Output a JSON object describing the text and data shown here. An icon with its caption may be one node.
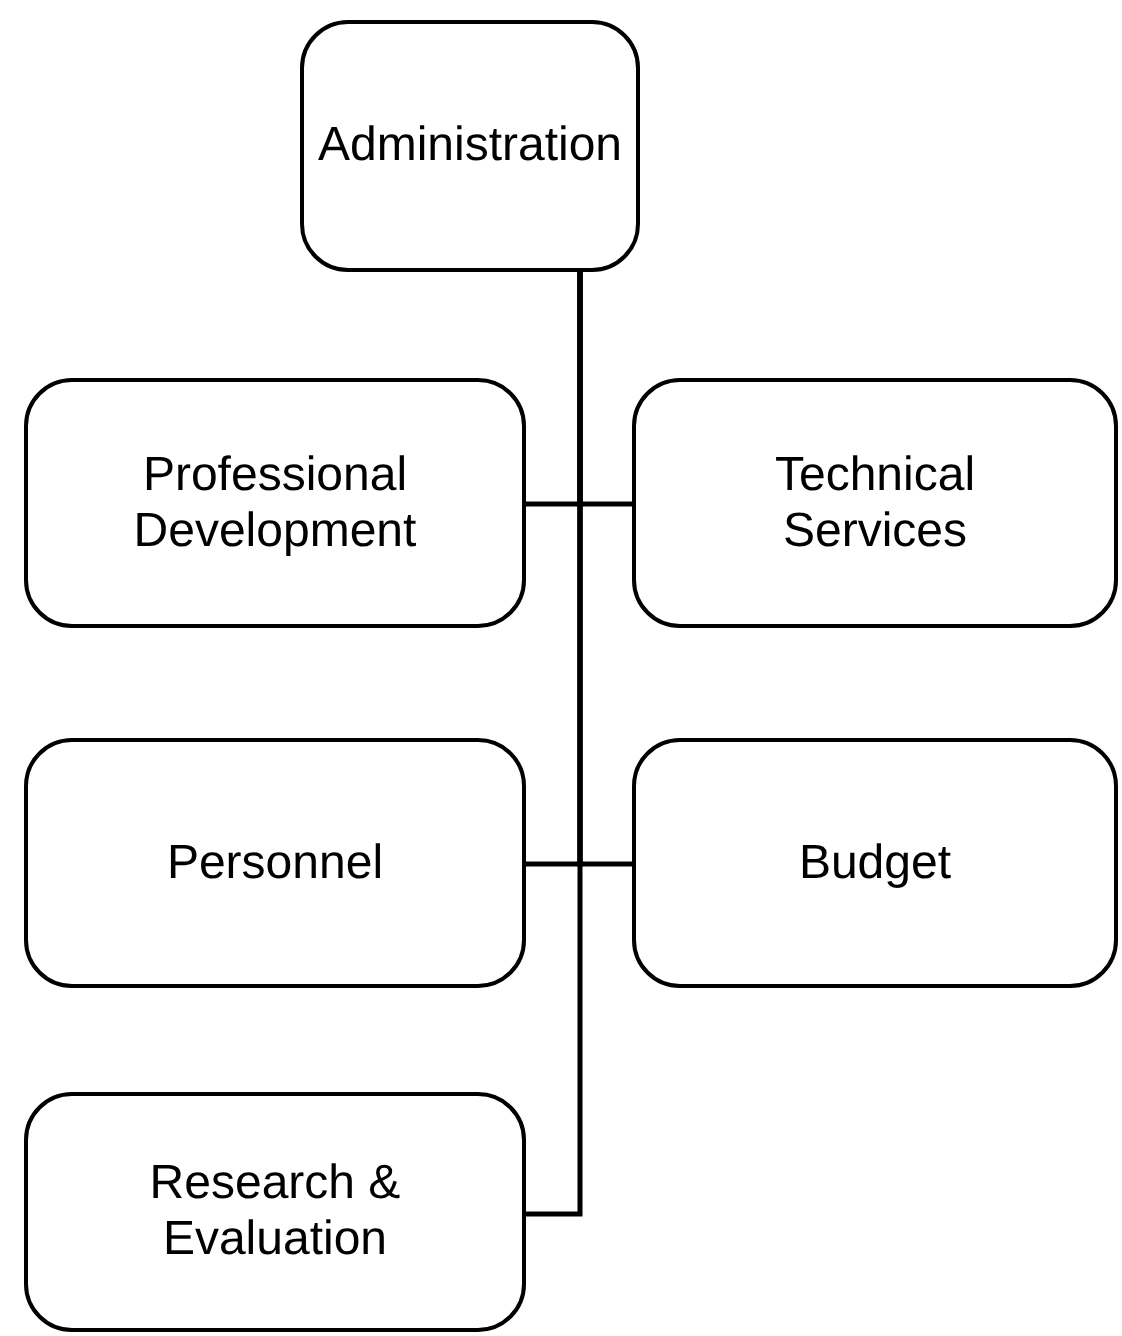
{
  "diagram": {
    "nodes": [
      {
        "text": [
          "Administration"
        ]
      },
      {
        "text": [
          "Professional Development"
        ]
      },
      {
        "text": [
          "Technical Services"
        ]
      },
      {
        "text": [
          "Personnel"
        ]
      },
      {
        "text": [
          "Budget"
        ]
      },
      {
        "text": [
          "Research & Evaluation"
        ]
      }
    ],
    "edges": [
      {
        "from": 0,
        "to": 1,
        "arrow": "none"
      },
      {
        "from": 0,
        "to": 2,
        "arrow": "none"
      },
      {
        "from": 0,
        "to": 3,
        "arrow": "none"
      },
      {
        "from": 0,
        "to": 4,
        "arrow": "none"
      },
      {
        "from": 0,
        "to": 5,
        "arrow": "none"
      }
    ]
  }
}
